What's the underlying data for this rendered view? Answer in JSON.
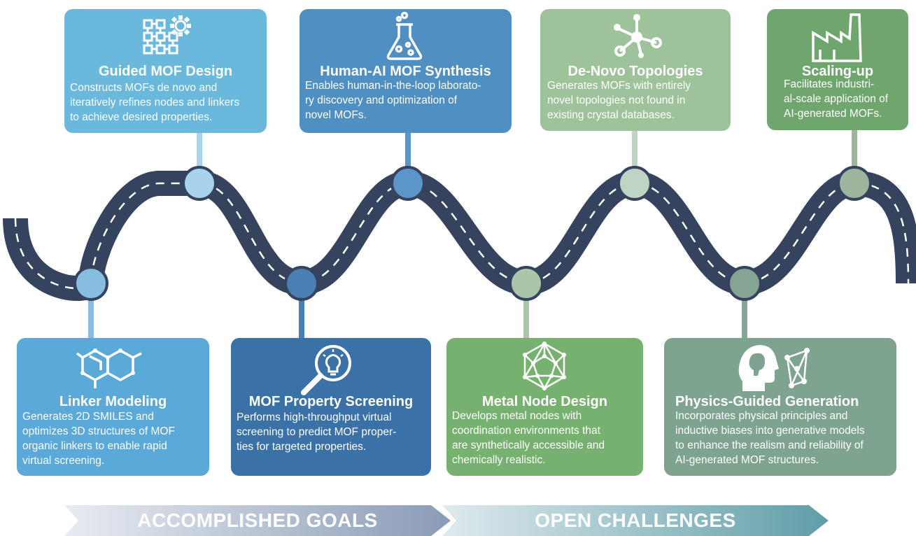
{
  "top_cards": [
    {
      "title": "Guided MOF Design",
      "description": "Constructs MOFs de novo and\niteratively refines nodes and linkers\nto achieve desired properties.",
      "icon": "mof-grid-gear-icon",
      "color": "#6ab8dc"
    },
    {
      "title": "Human-AI MOF Synthesis",
      "description": "Enables human-in-the-loop laborato-\nry discovery and optimization of\nnovel MOFs.",
      "icon": "flask-icon",
      "color": "#4f8fc2"
    },
    {
      "title": "De-Novo Topologies",
      "description": "Generates MOFs with entirely\nnovel topologies not found in\nexisting crystal databases.",
      "icon": "molecule-network-icon",
      "color": "#9ec39a"
    },
    {
      "title": "Scaling-up",
      "description": "Facilitates industri-\nal-scale application of\nAI-generated MOFs.",
      "icon": "factory-icon",
      "color": "#6ea66d"
    }
  ],
  "bottom_cards": [
    {
      "title": "Linker Modeling",
      "description": "Generates 2D SMILES and\noptimizes 3D structures of MOF\norganic linkers to enable rapid\nvirtual screening.",
      "icon": "hexagon-molecule-icon",
      "color": "#5aa9d8"
    },
    {
      "title": "MOF Property Screening",
      "description": "Performs high-throughput virtual\nscreening to predict MOF proper-\nties for targeted properties.",
      "icon": "magnifier-lightbulb-icon",
      "color": "#3a72a8"
    },
    {
      "title": "Metal Node Design",
      "description": "Develops metal nodes with\ncoordination environments that\nare synthetically accessible and\nchemically realistic.",
      "icon": "polyhedron-icon",
      "color": "#77b16f"
    },
    {
      "title": "Physics-Guided Generation",
      "description": "Incorporates physical principles and\ninductive biases into generative models\nto enhance the realism and reliability of\nAI-generated MOF structures.",
      "icon": "head-network-icon",
      "color": "#7ea48f"
    }
  ],
  "banners": {
    "accomplished": "ACCOMPLISHED GOALS",
    "open": "OPEN CHALLENGES"
  },
  "colors": {
    "road": "#36435f",
    "road_stripe": "#ffffff"
  }
}
